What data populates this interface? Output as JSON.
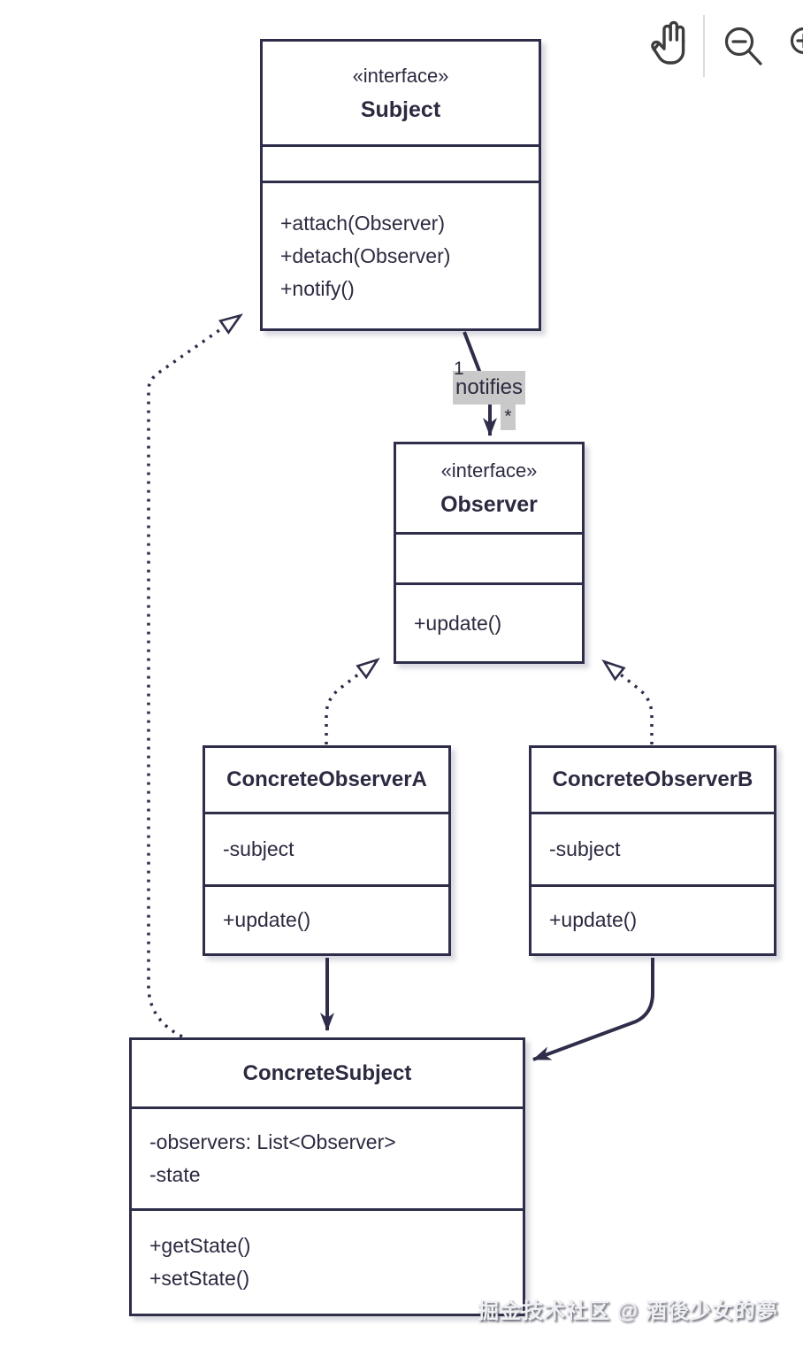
{
  "diagram": {
    "classes": [
      {
        "stereotype": "«interface»",
        "name": "Subject",
        "attributes": [],
        "methods": [
          "+attach(Observer)",
          "+detach(Observer)",
          "+notify()"
        ]
      },
      {
        "stereotype": "«interface»",
        "name": "Observer",
        "attributes": [],
        "methods": [
          "+update()"
        ]
      },
      {
        "name": "ConcreteObserverA",
        "attributes": [
          "-subject"
        ],
        "methods": [
          "+update()"
        ]
      },
      {
        "name": "ConcreteObserverB",
        "attributes": [
          "-subject"
        ],
        "methods": [
          "+update()"
        ]
      },
      {
        "name": "ConcreteSubject",
        "attributes": [
          "-observers: List<Observer>",
          "-state"
        ],
        "methods": [
          "+getState()",
          "+setState()"
        ]
      }
    ],
    "edges": {
      "notify": {
        "label": "notifies",
        "source_multiplicity": "1",
        "target_multiplicity": "*",
        "from": "Subject",
        "to": "Observer",
        "type": "association"
      },
      "realizations": [
        {
          "from": "ConcreteObserverA",
          "to": "Observer",
          "type": "realization"
        },
        {
          "from": "ConcreteObserverB",
          "to": "Observer",
          "type": "realization"
        },
        {
          "from": "ConcreteSubject",
          "to": "Subject",
          "type": "realization"
        }
      ],
      "associations": [
        {
          "from": "ConcreteObserverA",
          "to": "ConcreteSubject",
          "type": "association"
        },
        {
          "from": "ConcreteObserverB",
          "to": "ConcreteSubject",
          "type": "association"
        }
      ]
    }
  },
  "toolbar": {
    "icons": [
      "pan-hand",
      "zoom-out",
      "zoom-in"
    ]
  },
  "watermark": "掘金技术社区 @ 酒後少女的夢",
  "colors": {
    "line": "#2e2d4a",
    "text": "#2b2a40",
    "label_bg": "#c9c9c9",
    "icon": "#3d3d3d",
    "divider": "#dcdcdc",
    "watermark": "#eff0f4",
    "background": "#ffffff"
  }
}
